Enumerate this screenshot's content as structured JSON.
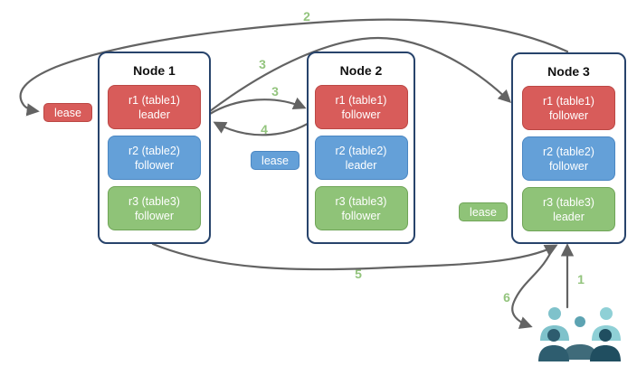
{
  "colors": {
    "red-fill": "#d85c5a",
    "red-border": "#bb4744",
    "blue-fill": "#64a0d8",
    "blue-border": "#4a86c2",
    "green-fill": "#8fc378",
    "green-border": "#6fa457",
    "node-border": "#27436b",
    "arrow": "#636363",
    "step": "#93c47d",
    "users-light-teal": "#85c7cf",
    "users-mid-teal": "#5da3b2",
    "users-dark-slate": "#2e5d6f"
  },
  "nodes": [
    {
      "title": "Node 1",
      "replicas": [
        {
          "label": "r1 (table1)",
          "role": "leader"
        },
        {
          "label": "r2 (table2)",
          "role": "follower"
        },
        {
          "label": "r3 (table3)",
          "role": "follower"
        }
      ]
    },
    {
      "title": "Node 2",
      "replicas": [
        {
          "label": "r1 (table1)",
          "role": "follower"
        },
        {
          "label": "r2 (table2)",
          "role": "leader"
        },
        {
          "label": "r3 (table3)",
          "role": "follower"
        }
      ]
    },
    {
      "title": "Node 3",
      "replicas": [
        {
          "label": "r1 (table1)",
          "role": "follower"
        },
        {
          "label": "r2 (table2)",
          "role": "follower"
        },
        {
          "label": "r3 (table3)",
          "role": "leader"
        }
      ]
    }
  ],
  "leases": [
    {
      "label": "lease",
      "color": "red"
    },
    {
      "label": "lease",
      "color": "blue"
    },
    {
      "label": "lease",
      "color": "green"
    }
  ],
  "steps": {
    "s1": "1",
    "s2": "2",
    "s3a": "3",
    "s3b": "3",
    "s4": "4",
    "s5": "5",
    "s6": "6"
  }
}
